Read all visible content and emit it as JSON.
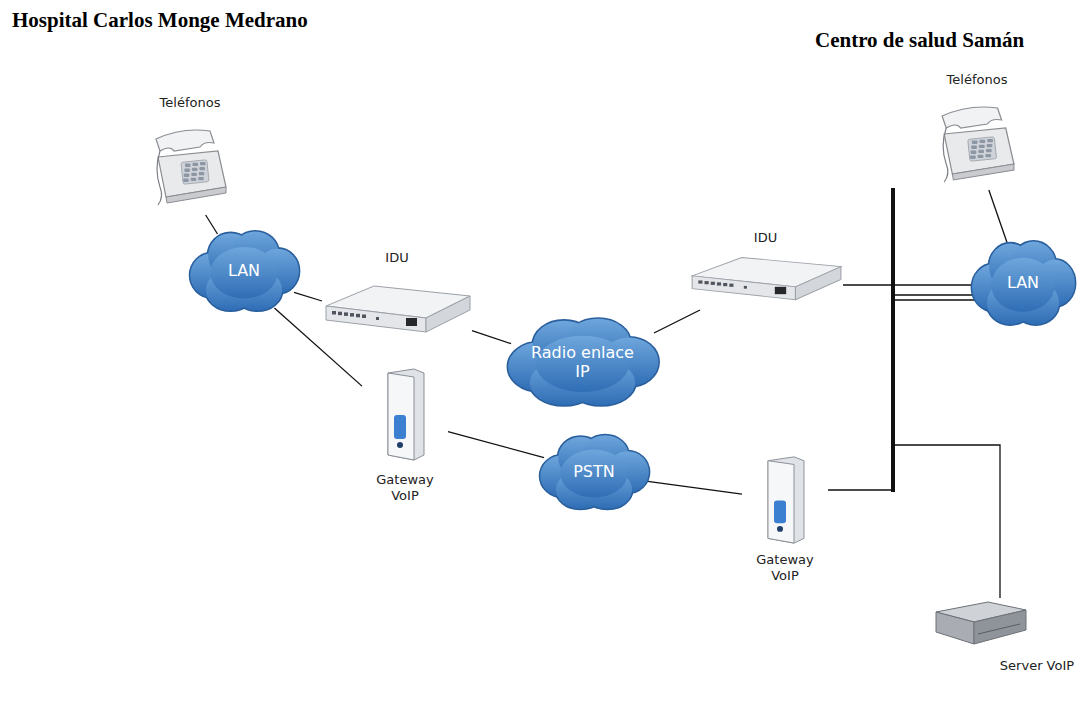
{
  "diagram": {
    "nodes": [
      {
        "text": [
          "Teléfonos"
        ]
      },
      {
        "text": [
          "LAN"
        ]
      },
      {
        "text": [
          "IDU"
        ]
      },
      {
        "text": [
          "Radio enlace IP"
        ]
      },
      {
        "text": [
          "IDU"
        ]
      },
      {
        "text": [
          "Teléfonos"
        ]
      },
      {
        "text": [
          "LAN"
        ]
      },
      {
        "text": [
          "Gateway VoIP"
        ]
      },
      {
        "text": [
          "PSTN"
        ]
      },
      {
        "text": [
          "Gateway VoIP"
        ]
      },
      {
        "text": [
          "Server VoIP"
        ]
      }
    ],
    "edges": [
      {
        "from": 0,
        "to": 1,
        "arrow": "none"
      },
      {
        "from": 1,
        "to": 2,
        "arrow": "none"
      },
      {
        "from": 1,
        "to": 7,
        "arrow": "none"
      },
      {
        "from": 2,
        "to": 3,
        "arrow": "none"
      },
      {
        "from": 3,
        "to": 4,
        "arrow": "none"
      },
      {
        "from": 4,
        "to": 6,
        "arrow": "none"
      },
      {
        "from": 5,
        "to": 6,
        "arrow": "none"
      },
      {
        "from": 7,
        "to": 8,
        "arrow": "none"
      },
      {
        "from": 8,
        "to": 9,
        "arrow": "none"
      },
      {
        "from": 9,
        "to": 6,
        "arrow": "none"
      },
      {
        "from": 10,
        "to": 6,
        "arrow": "none"
      }
    ],
    "labels": [
      "Hospital Carlos Monge Medrano",
      "Centro de salud Samán"
    ]
  }
}
